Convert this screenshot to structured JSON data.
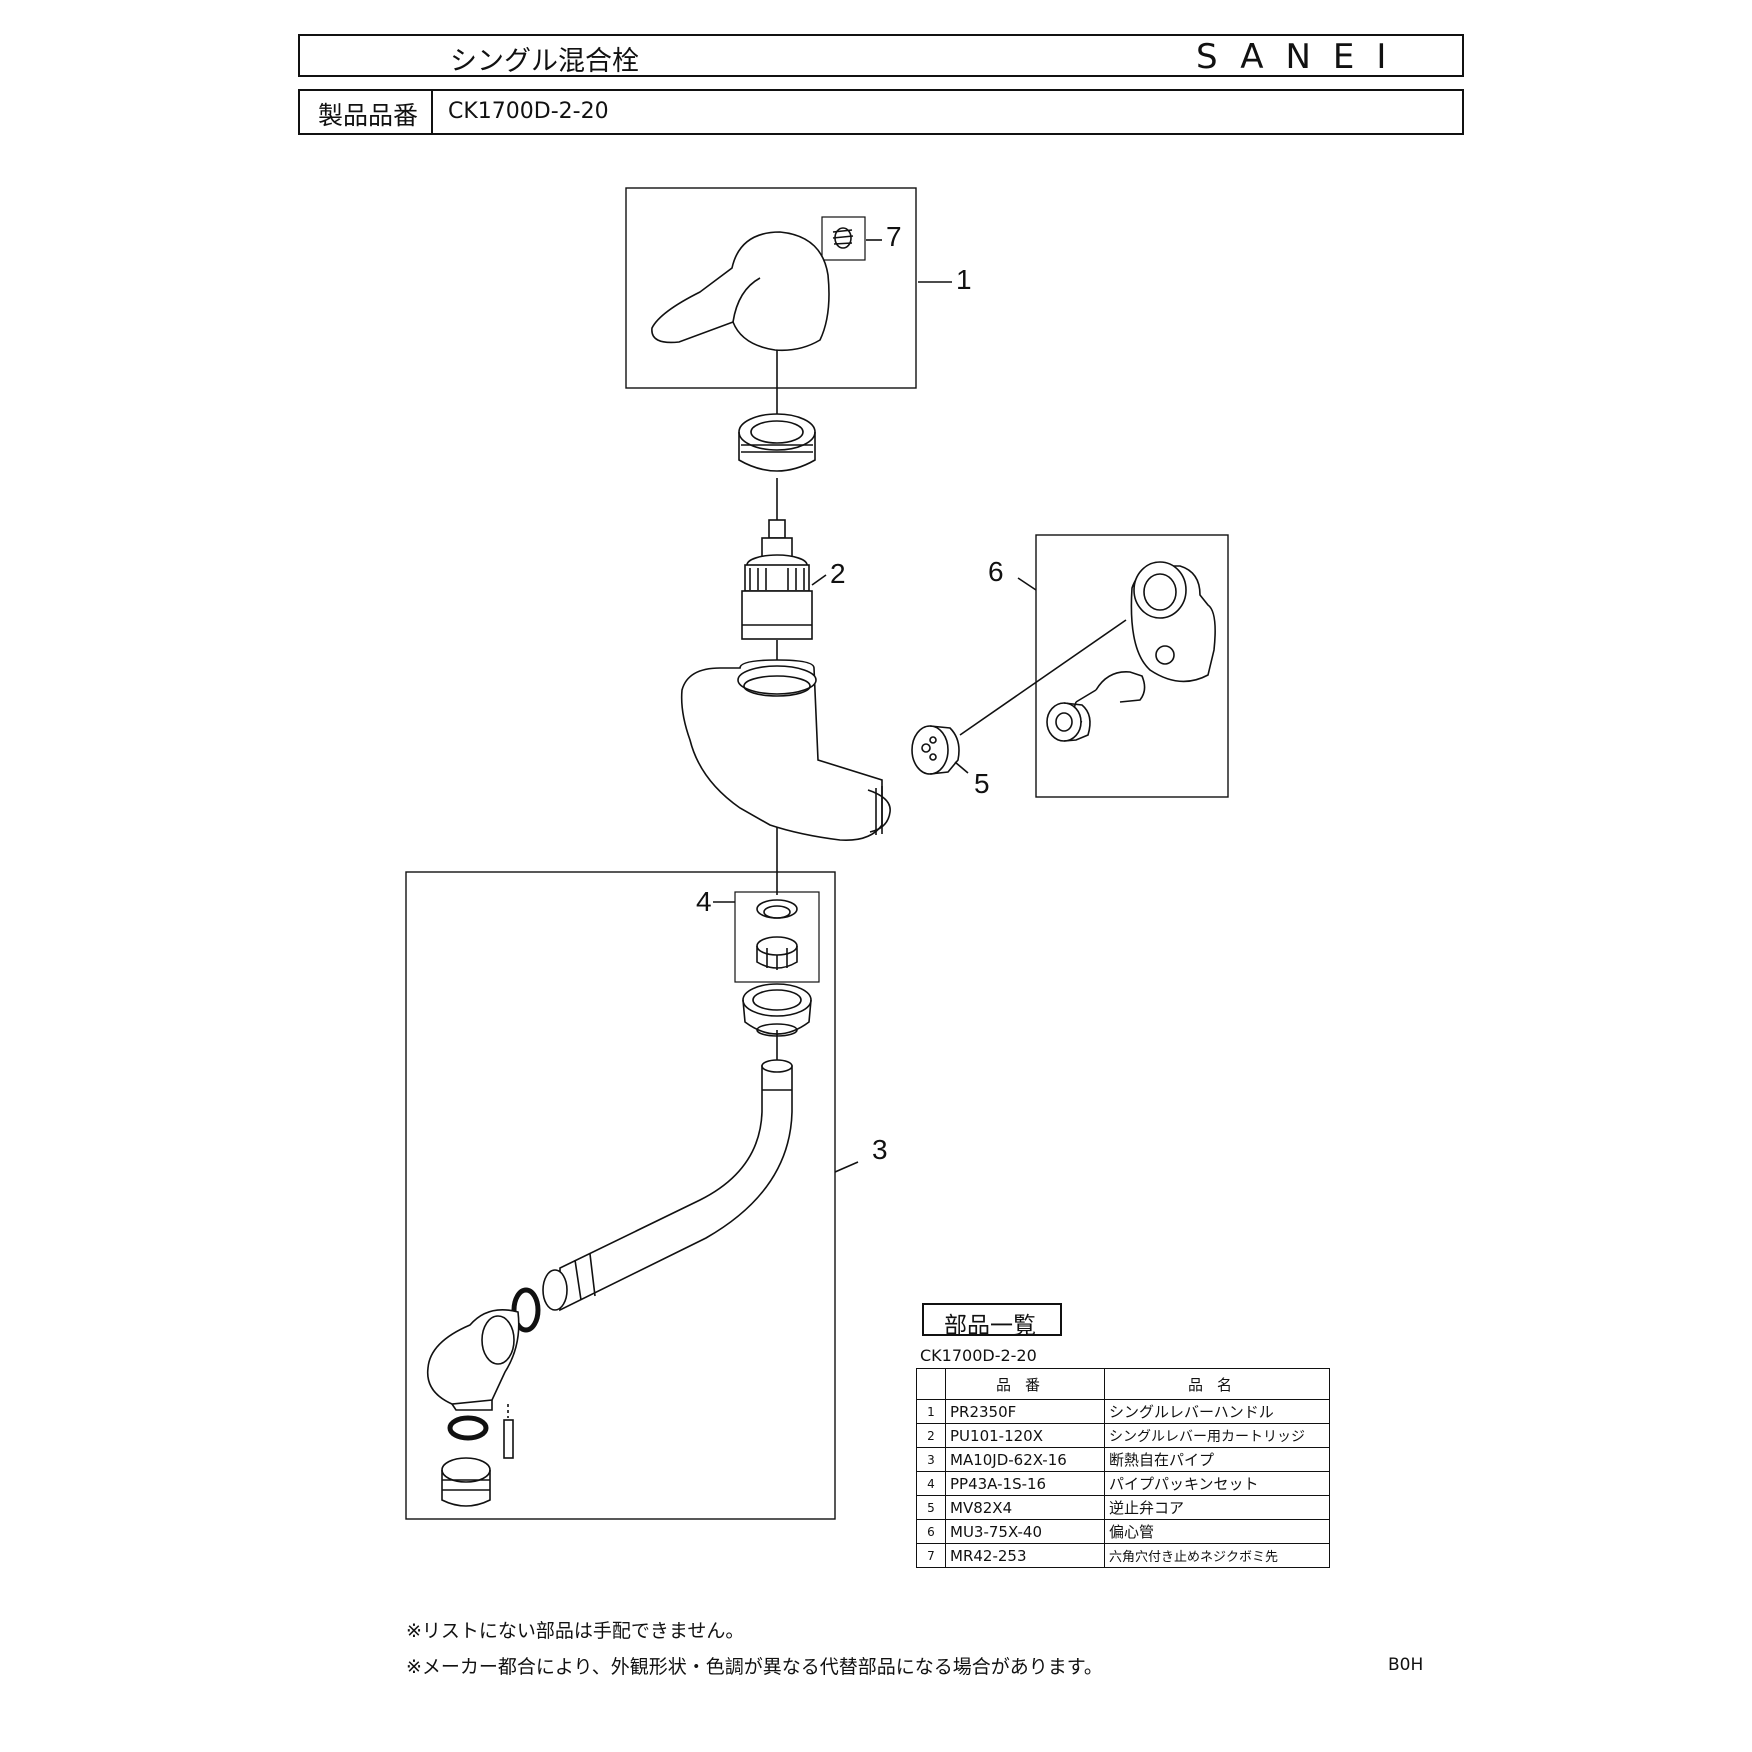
{
  "header": {
    "title": "シングル混合栓",
    "brand": "SANEI",
    "product_number_label": "製品品番",
    "product_number": "CK1700D-2-20"
  },
  "diagram": {
    "callouts": [
      "1",
      "2",
      "3",
      "4",
      "5",
      "6",
      "7"
    ]
  },
  "parts_list": {
    "heading": "部品一覧",
    "model": "CK1700D-2-20",
    "columns": [
      "品番",
      "品名"
    ],
    "rows": [
      {
        "no": "1",
        "code": "PR2350F",
        "name": "シングルレバーハンドル"
      },
      {
        "no": "2",
        "code": "PU101-120X",
        "name": "シングルレバー用カートリッジ"
      },
      {
        "no": "3",
        "code": "MA10JD-62X-16",
        "name": "断熱自在パイプ"
      },
      {
        "no": "4",
        "code": "PP43A-1S-16",
        "name": "パイプパッキンセット"
      },
      {
        "no": "5",
        "code": "MV82X4",
        "name": "逆止弁コア"
      },
      {
        "no": "6",
        "code": "MU3-75X-40",
        "name": "偏心管"
      },
      {
        "no": "7",
        "code": "MR42-253",
        "name": "六角穴付き止めネジクボミ先"
      }
    ]
  },
  "notes": [
    "※リストにない部品は手配できません。",
    "※メーカー都合により、外観形状・色調が異なる代替部品になる場合があります。"
  ],
  "footer_code": "B0H"
}
